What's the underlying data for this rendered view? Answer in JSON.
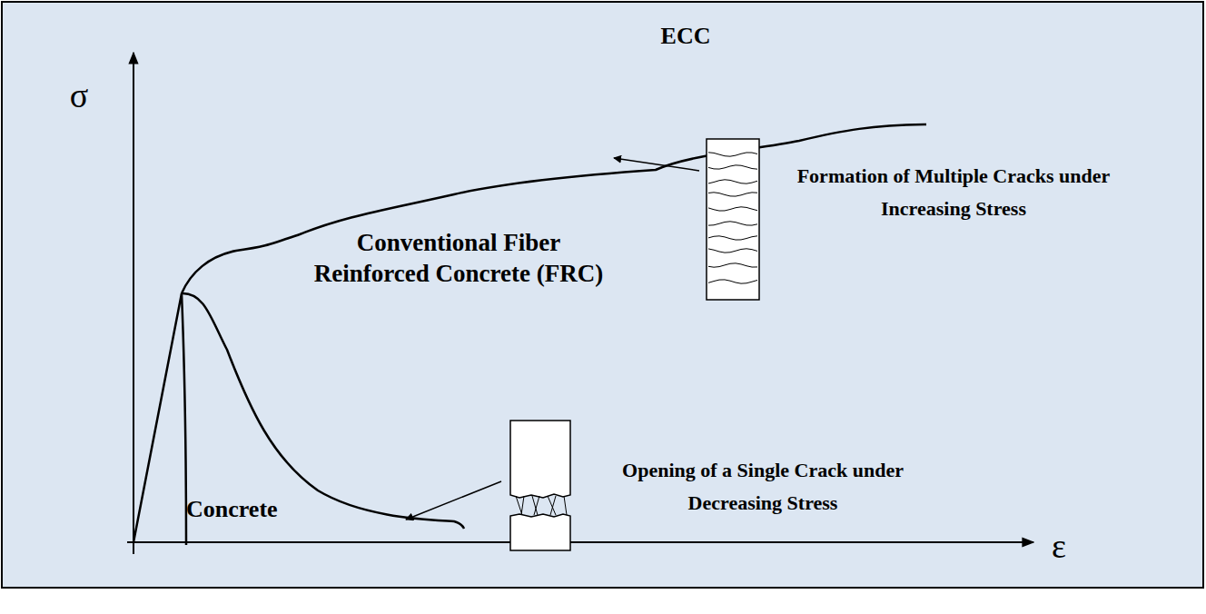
{
  "diagram": {
    "labels": [
      "σ",
      "ε",
      "ECC",
      "Conventional Fiber Reinforced Concrete (FRC)",
      "Formation of Multiple Cracks under Increasing Stress",
      "Opening of a Single Crack under Decreasing Stress",
      "Concrete"
    ]
  }
}
